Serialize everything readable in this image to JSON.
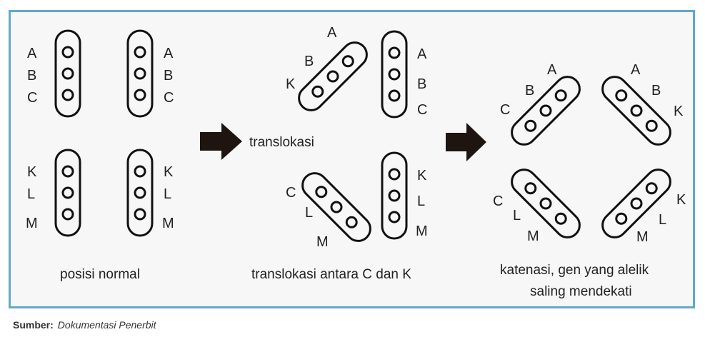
{
  "labels": {
    "A": "A",
    "B": "B",
    "C": "C",
    "K": "K",
    "L": "L",
    "M": "M"
  },
  "arrow_label": "translokasi",
  "captions": {
    "normal": "posisi normal",
    "translocation": "translokasi antara C dan K",
    "catenation_line1": "katenasi, gen yang alelik",
    "catenation_line2": "saling mendekati"
  },
  "source": {
    "label": "Sumber:",
    "value": "Dokumentasi Penerbit"
  },
  "colors": {
    "border": "#62a9c8",
    "ink": "#222222",
    "arrow": "#1e1410"
  }
}
